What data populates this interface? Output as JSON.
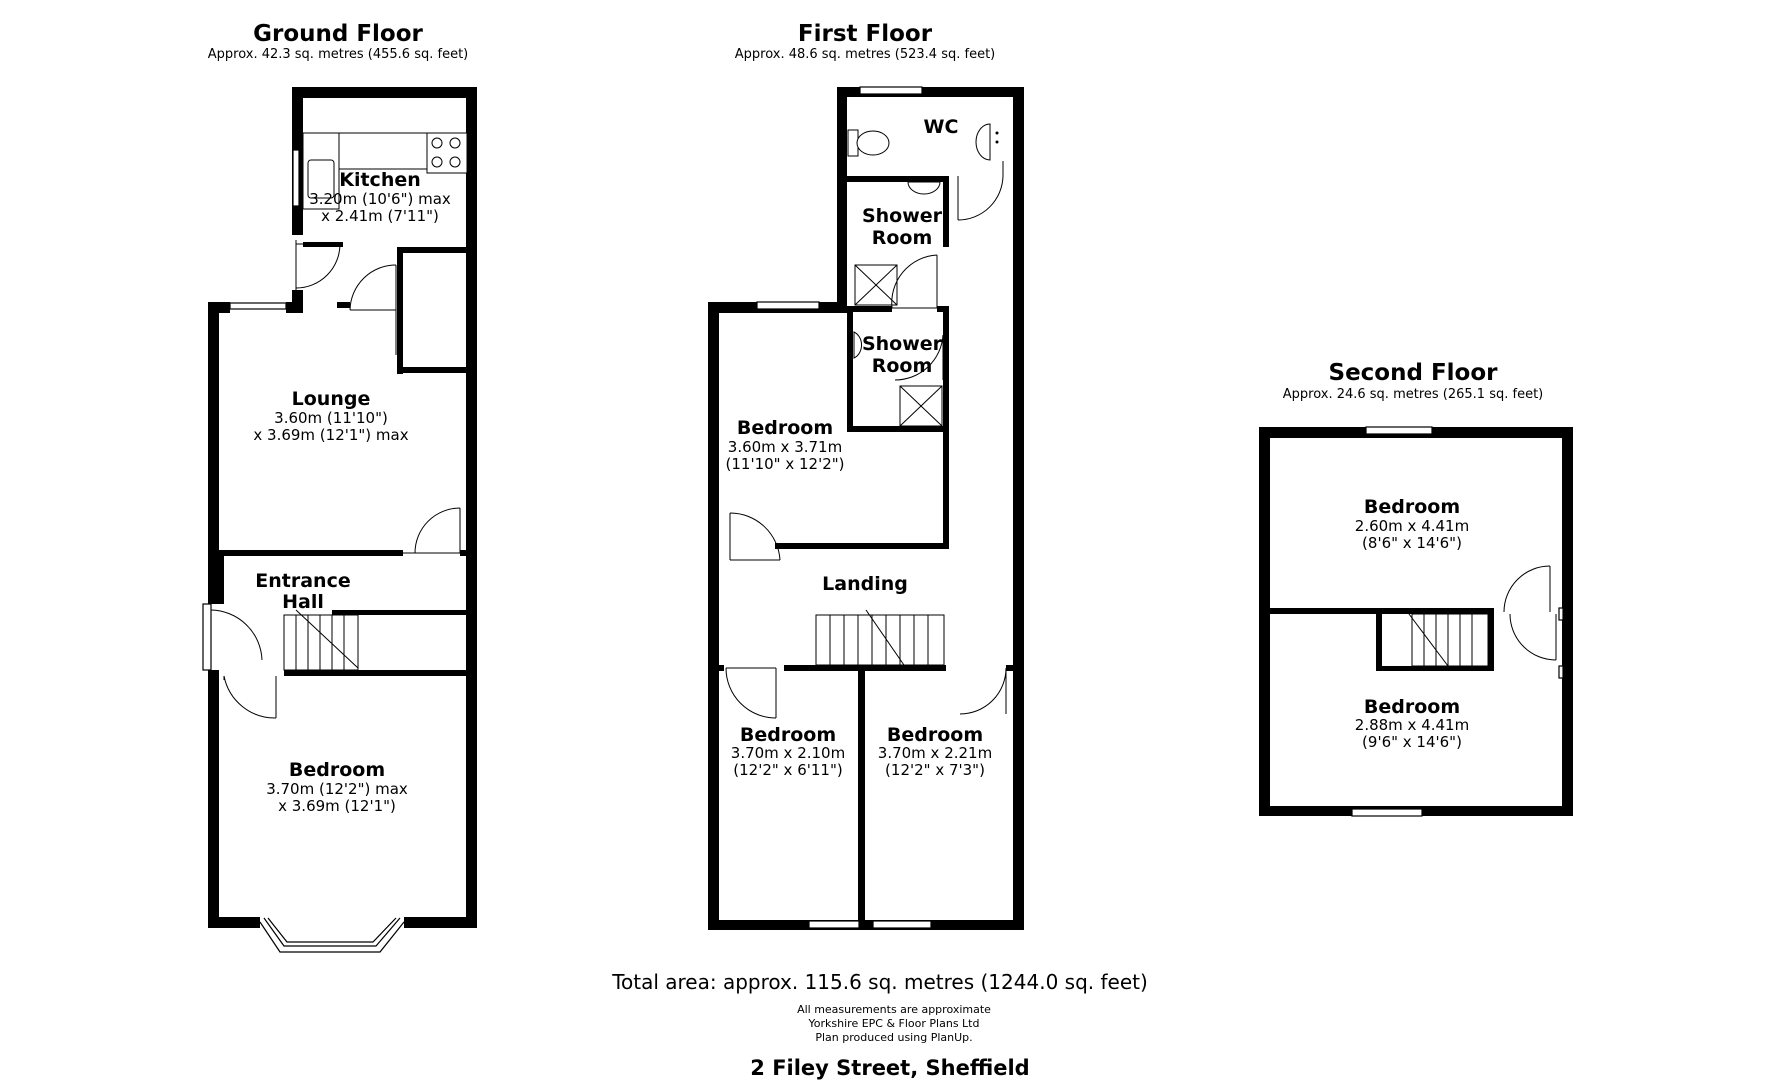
{
  "floors": {
    "ground": {
      "title": "Ground Floor",
      "area": "Approx. 42.3 sq. metres (455.6 sq. feet)",
      "rooms": {
        "kitchen": {
          "name": "Kitchen",
          "dim1": "3.20m (10'6\") max",
          "dim2": "x 2.41m (7'11\")"
        },
        "lounge": {
          "name": "Lounge",
          "dim1": "3.60m (11'10\")",
          "dim2": "x 3.69m (12'1\") max"
        },
        "hall": {
          "name1": "Entrance",
          "name2": "Hall"
        },
        "bedroom": {
          "name": "Bedroom",
          "dim1": "3.70m (12'2\") max",
          "dim2": "x 3.69m (12'1\")"
        }
      }
    },
    "first": {
      "title": "First Floor",
      "area": "Approx. 48.6 sq. metres (523.4 sq. feet)",
      "rooms": {
        "wc": {
          "name": "WC"
        },
        "shower1": {
          "name1": "Shower",
          "name2": "Room"
        },
        "shower2": {
          "name1": "Shower",
          "name2": "Room"
        },
        "bedroom_main": {
          "name": "Bedroom",
          "dim1": "3.60m x 3.71m",
          "dim2": "(11'10\" x 12'2\")"
        },
        "landing": {
          "name": "Landing"
        },
        "bedroom_left": {
          "name": "Bedroom",
          "dim1": "3.70m x 2.10m",
          "dim2": "(12'2\" x 6'11\")"
        },
        "bedroom_right": {
          "name": "Bedroom",
          "dim1": "3.70m x 2.21m",
          "dim2": "(12'2\" x 7'3\")"
        }
      }
    },
    "second": {
      "title": "Second Floor",
      "area": "Approx. 24.6 sq. metres (265.1 sq. feet)",
      "rooms": {
        "bedroom_top": {
          "name": "Bedroom",
          "dim1": "2.60m x 4.41m",
          "dim2": "(8'6\" x 14'6\")"
        },
        "bedroom_bottom": {
          "name": "Bedroom",
          "dim1": "2.88m x 4.41m",
          "dim2": "(9'6\" x 14'6\")"
        }
      }
    }
  },
  "footer": {
    "total": "Total area: approx. 115.6 sq. metres (1244.0 sq. feet)",
    "note1": "All measurements are approximate",
    "note2": "Yorkshire EPC & Floor Plans  Ltd",
    "note3": "Plan produced using PlanUp.",
    "address": "2 Filey Street, Sheffield"
  }
}
